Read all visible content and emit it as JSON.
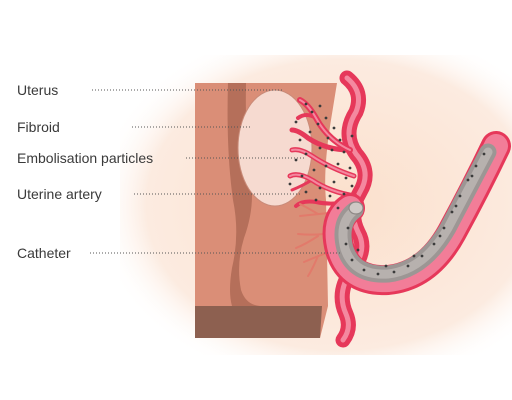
{
  "labels": {
    "uterus": "Uterus",
    "fibroid": "Fibroid",
    "particles": "Embolisation particles",
    "artery": "Uterine artery",
    "catheter": "Catheter"
  },
  "colors": {
    "background_glow": "#fbe5d4",
    "uterus_wall": "#d98d75",
    "uterus_wall_dark": "#8a5e4e",
    "endometrium": "#b06a56",
    "fibroid": "#f6dad0",
    "artery": "#e8375a",
    "artery_light": "#f27d98",
    "catheter": "#a8a2a0",
    "particles": "#3b3b3b",
    "leader_line": "#555555"
  }
}
